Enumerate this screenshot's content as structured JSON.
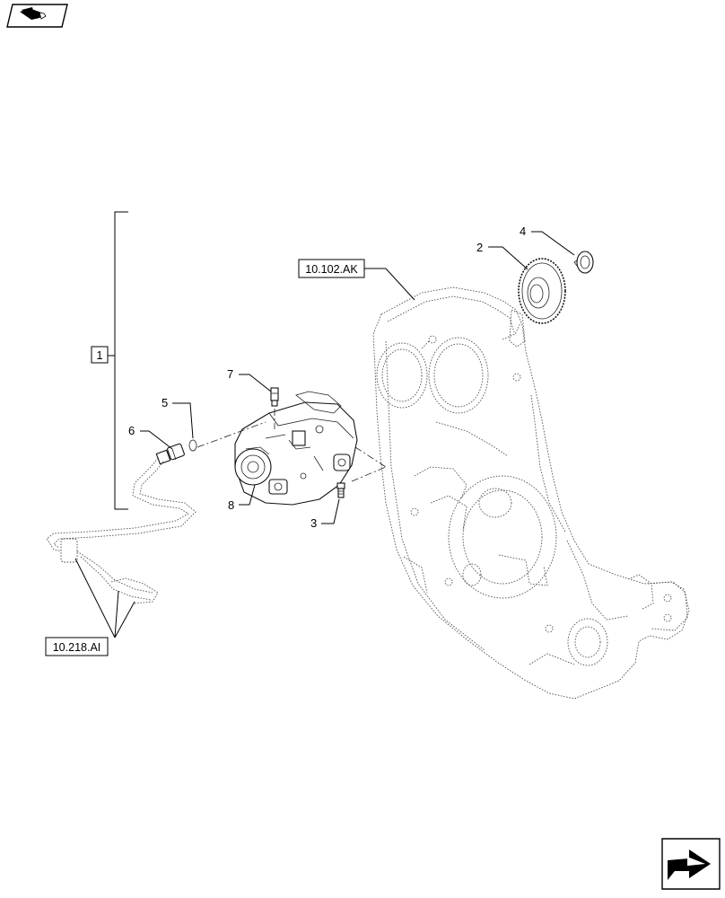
{
  "callouts": {
    "c1": "1",
    "c2": "2",
    "c3": "3",
    "c4": "4",
    "c5": "5",
    "c6": "6",
    "c7": "7",
    "c8": "8"
  },
  "references": {
    "housing_ref": "10.102.AK",
    "line_ref": "10.218.AI"
  },
  "icons": {
    "top_left": "parts-book-icon",
    "bottom_right": "next-page-arrow-icon"
  }
}
